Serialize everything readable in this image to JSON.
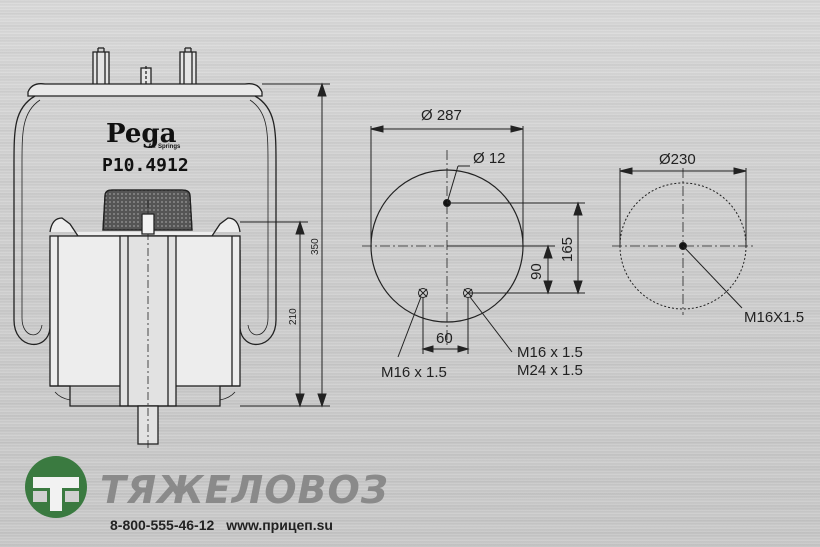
{
  "product": {
    "logo_text": "Pega",
    "logo_subtext": "Air Springs",
    "part_number": "P10.4912"
  },
  "dimensions": {
    "height_total": "350",
    "height_piston": "210",
    "top_plate_diameter": "Ø 287",
    "center_hole_diameter": "Ø 12",
    "offset_165": "165",
    "offset_90": "90",
    "bolt_spacing": "60",
    "thread_left": "M16 x 1.5",
    "thread_right_1": "M16 x 1.5",
    "thread_right_2": "M24 x 1.5",
    "bottom_diameter": "Ø230",
    "bottom_thread": "M16X1.5"
  },
  "footer": {
    "brand": "ТЯЖЕЛОВОЗ",
    "phone": "8-800-555-46-12",
    "website": "www.прицеп.su",
    "brand_color": "#3a7a40"
  }
}
